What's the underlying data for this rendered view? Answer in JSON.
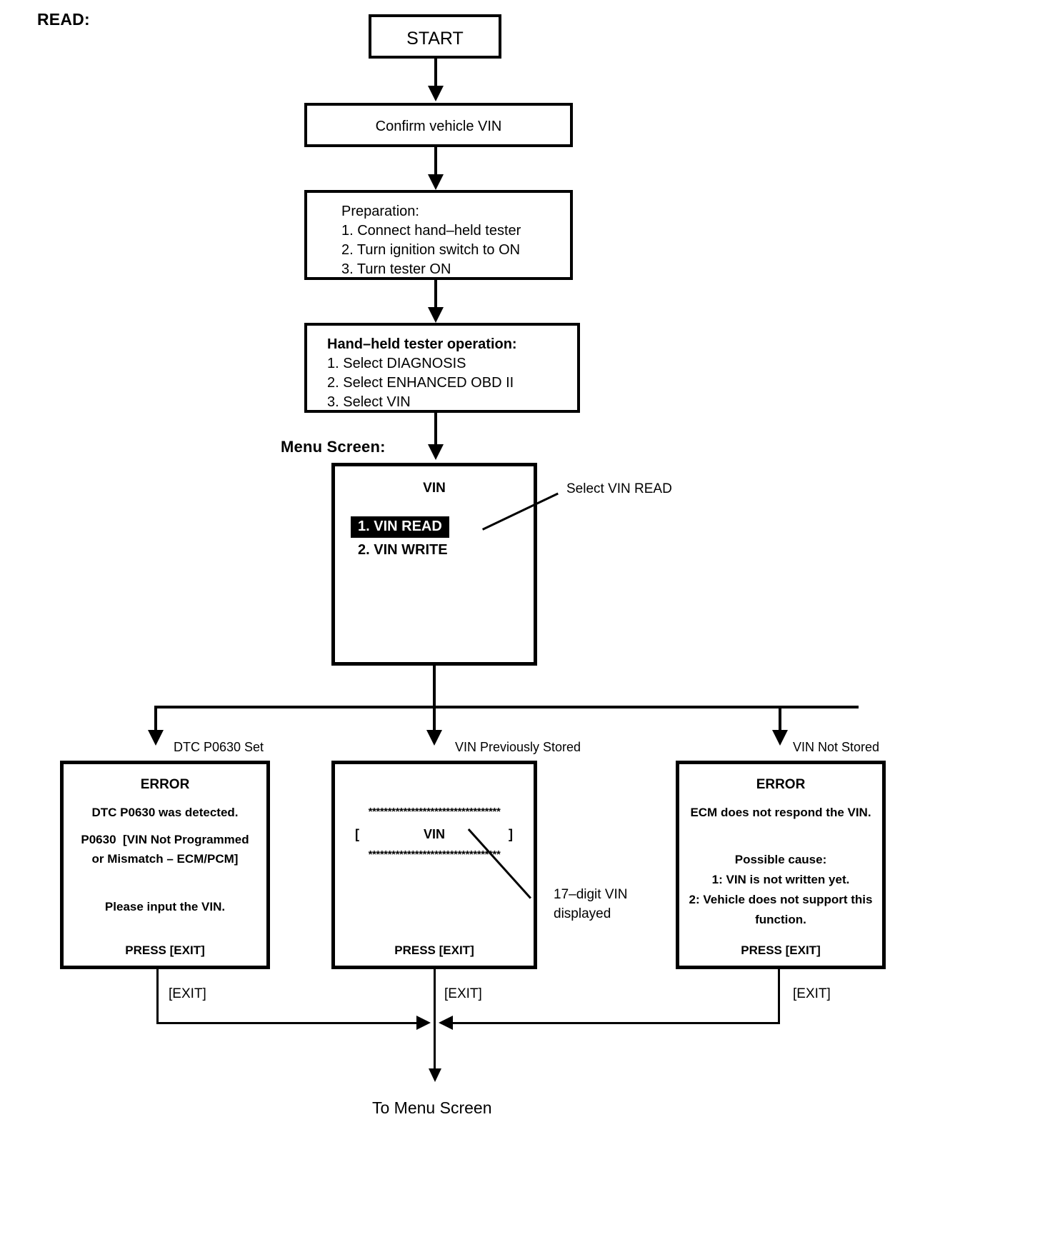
{
  "heading": "READ:",
  "nodes": {
    "start": "START",
    "confirm_vin": "Confirm vehicle VIN",
    "preparation": {
      "title": "Preparation:",
      "steps": [
        "1. Connect hand–held tester",
        "2. Turn ignition switch to ON",
        "3. Turn tester ON"
      ]
    },
    "tester_operation": {
      "title": "Hand–held tester operation:",
      "steps": [
        "1. Select DIAGNOSIS",
        "2. Select ENHANCED OBD II",
        "3. Select VIN"
      ]
    }
  },
  "menu_screen": {
    "label": "Menu Screen:",
    "title": "VIN",
    "items": [
      {
        "text": "1. VIN READ",
        "selected": true
      },
      {
        "text": "2. VIN WRITE",
        "selected": false
      }
    ],
    "callout": "Select VIN READ"
  },
  "branches": [
    {
      "label": "DTC P0630 Set"
    },
    {
      "label": "VIN Previously Stored"
    },
    {
      "label": "VIN Not Stored"
    }
  ],
  "screens": {
    "error_dtc": {
      "title": "ERROR",
      "lines": [
        "DTC P0630 was detected.",
        "P0630  [VIN Not Programmed",
        "or Mismatch – ECM/PCM]",
        "Please input the VIN."
      ],
      "footer": "PRESS [EXIT]"
    },
    "vin_stored": {
      "asterisks": "**********************************",
      "bracket_open": "[",
      "vin_text": "VIN",
      "bracket_close": "]",
      "footer": "PRESS [EXIT]",
      "callout_line1": "17–digit VIN",
      "callout_line2": "displayed"
    },
    "error_not_stored": {
      "title": "ERROR",
      "lines": [
        "ECM does not respond the VIN.",
        "Possible cause:",
        "1: VIN is not written yet.",
        "2: Vehicle does not support this",
        "function."
      ],
      "footer": "PRESS [EXIT]"
    }
  },
  "exit_labels": [
    "[EXIT]",
    "[EXIT]",
    "[EXIT]"
  ],
  "tail": "To Menu Screen",
  "colors": {
    "stroke": "#000000",
    "background": "#ffffff",
    "highlight_bg": "#000000",
    "highlight_fg": "#ffffff"
  }
}
